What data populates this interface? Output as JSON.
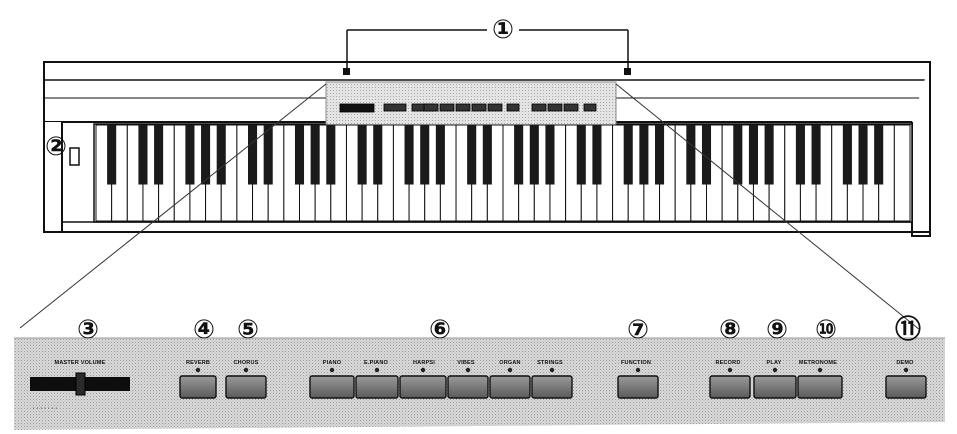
{
  "callouts": [
    "①",
    "②",
    "③",
    "④",
    "⑤",
    "⑥",
    "⑦",
    "⑧",
    "⑨",
    "⑩",
    "⑪"
  ],
  "panel_labels": {
    "master_volume": "MASTER VOLUME",
    "reverb": "REVERB",
    "chorus": "CHORUS",
    "piano": "PIANO",
    "e_piano": "E.PIANO",
    "harpsi": "HARPSI",
    "vibes": "VIBES",
    "organ": "ORGAN",
    "strings": "STRINGS",
    "function": "FUNCTION",
    "record": "RECORD",
    "play": "PLAY",
    "metronome": "METRONOME",
    "demo": "DEMO"
  },
  "volume_scale": "· · · · · · ·",
  "colors": {
    "ink": "#111111",
    "panel": "#cfcfcf",
    "key_white": "#ffffff",
    "key_black": "#1a1a1a"
  }
}
